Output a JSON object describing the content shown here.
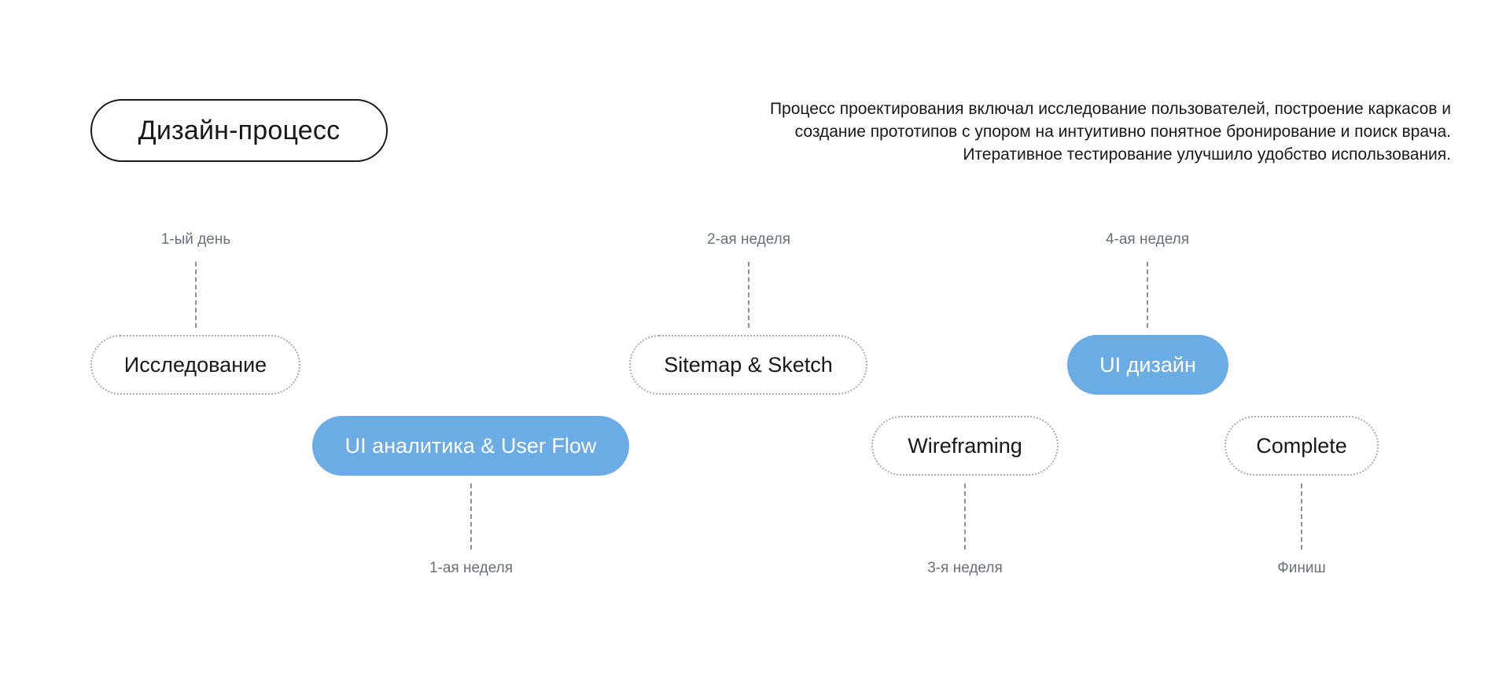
{
  "colors": {
    "background": "#ffffff",
    "text_black": "#17181a",
    "accent_blue": "#6cace4",
    "filled_pill_text": "#ffffff",
    "label_gray": "#697077",
    "dashed_border_gray": "#a8adb3"
  },
  "header": {
    "title": "Дизайн-процесс",
    "description_lines": [
      "Процесс проектирования включал исследование пользователей, построение каркасов и",
      "создание прототипов с упором на интуитивно понятное бронирование и поиск врача.",
      "Итеративное тестирование улучшило удобство использования."
    ]
  },
  "timeline": {
    "nodes": [
      {
        "id": "research",
        "label": "Исследование",
        "variant": "outlined",
        "time_label": "1-ый день",
        "time_position": "above"
      },
      {
        "id": "ui-analytics",
        "label": "UI аналитика & User Flow",
        "variant": "filled",
        "time_label": "1-ая неделя",
        "time_position": "below"
      },
      {
        "id": "sitemap-sketch",
        "label": "Sitemap & Sketch",
        "variant": "outlined",
        "time_label": "2-ая неделя",
        "time_position": "above"
      },
      {
        "id": "wireframing",
        "label": "Wireframing",
        "variant": "outlined",
        "time_label": "3-я неделя",
        "time_position": "below"
      },
      {
        "id": "ui-design",
        "label": "UI дизайн",
        "variant": "filled",
        "time_label": "4-ая неделя",
        "time_position": "above"
      },
      {
        "id": "complete",
        "label": "Complete",
        "variant": "outlined",
        "time_label": "Финиш",
        "time_position": "below"
      }
    ]
  }
}
